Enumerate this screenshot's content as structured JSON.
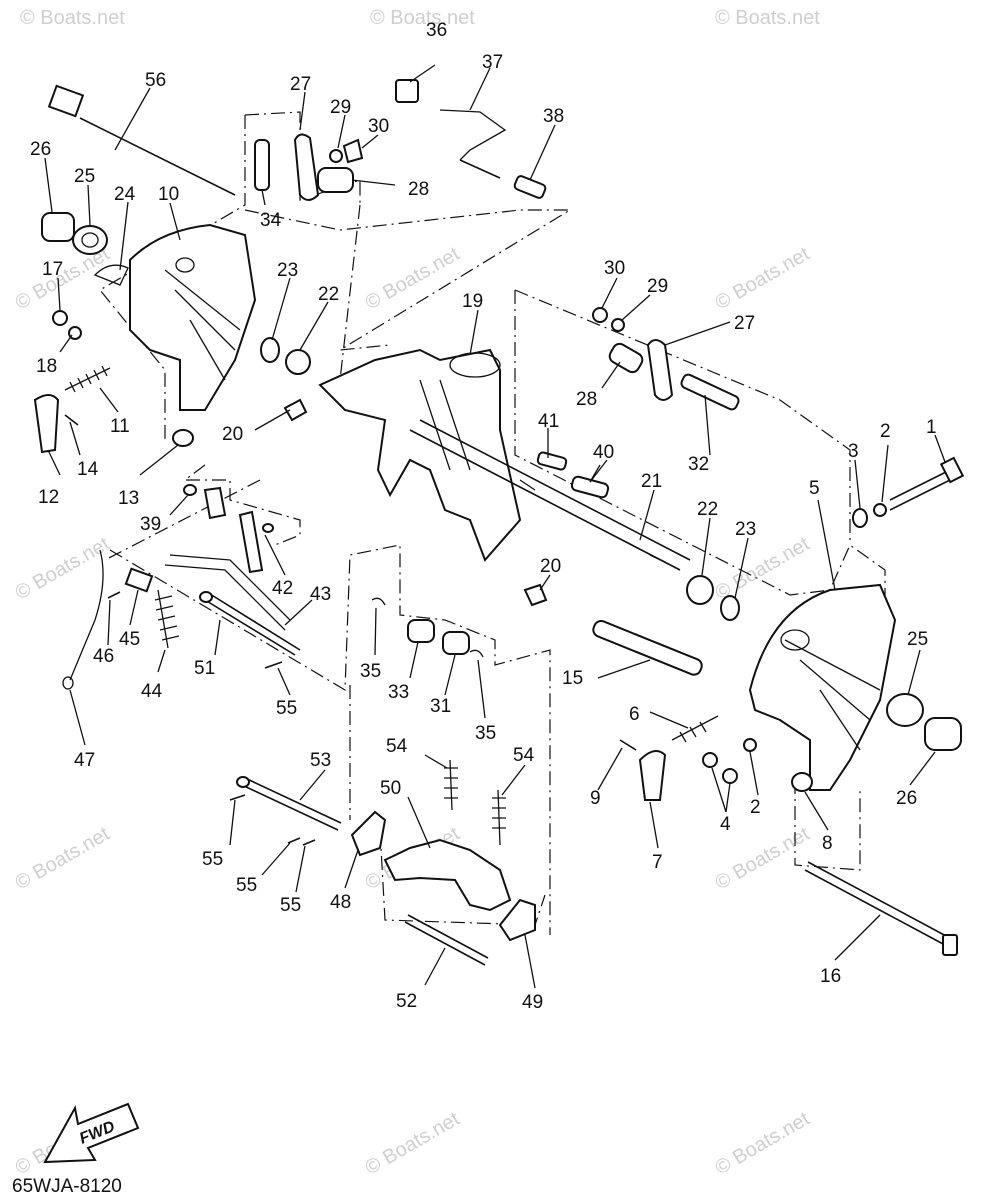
{
  "diagram": {
    "part_numbers": [
      "1",
      "2",
      "2",
      "3",
      "4",
      "5",
      "6",
      "7",
      "8",
      "9",
      "10",
      "11",
      "12",
      "13",
      "14",
      "15",
      "16",
      "17",
      "18",
      "19",
      "20",
      "20",
      "21",
      "22",
      "22",
      "23",
      "23",
      "24",
      "25",
      "25",
      "26",
      "26",
      "27",
      "27",
      "28",
      "28",
      "29",
      "29",
      "30",
      "30",
      "31",
      "32",
      "33",
      "34",
      "35",
      "35",
      "36",
      "37",
      "38",
      "39",
      "40",
      "41",
      "42",
      "43",
      "44",
      "45",
      "46",
      "47",
      "48",
      "49",
      "50",
      "51",
      "52",
      "53",
      "54",
      "54",
      "55",
      "55",
      "55",
      "55",
      "56"
    ],
    "drawing_code": "65WJA-8120",
    "direction_label": "FWD",
    "watermark_text": "© Boats.net"
  }
}
